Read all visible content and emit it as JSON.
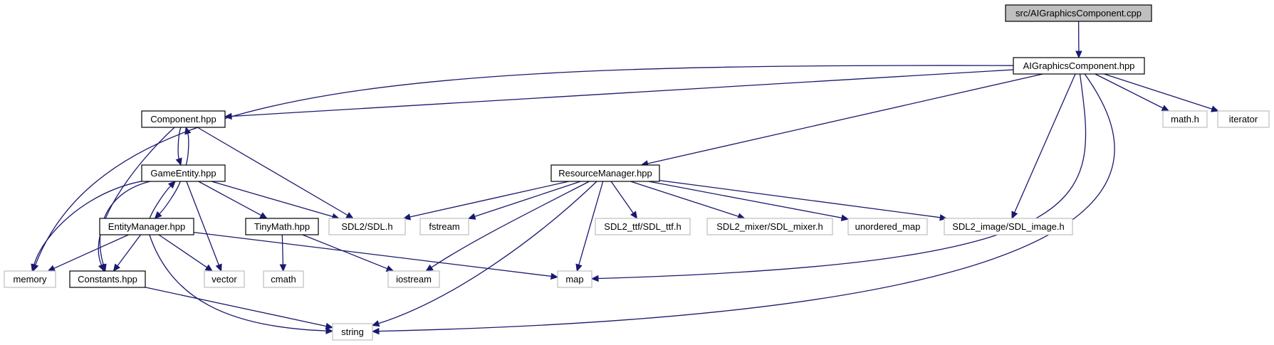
{
  "colors": {
    "edge": "#191970",
    "node_border_project": "#000000",
    "node_border_external": "#bfbfbf",
    "root_fill": "#bfbfbf",
    "node_fill": "#ffffff",
    "text": "#000000"
  },
  "nodes": [
    {
      "id": "aigc_cpp",
      "label": "src/AIGraphicsComponent.cpp",
      "kind": "root"
    },
    {
      "id": "aigc_hpp",
      "label": "AIGraphicsComponent.hpp",
      "kind": "project"
    },
    {
      "id": "component",
      "label": "Component.hpp",
      "kind": "project"
    },
    {
      "id": "gameentity",
      "label": "GameEntity.hpp",
      "kind": "project"
    },
    {
      "id": "entitymgr",
      "label": "EntityManager.hpp",
      "kind": "project"
    },
    {
      "id": "tinymath",
      "label": "TinyMath.hpp",
      "kind": "project"
    },
    {
      "id": "constants",
      "label": "Constants.hpp",
      "kind": "project"
    },
    {
      "id": "resmgr",
      "label": "ResourceManager.hpp",
      "kind": "project"
    },
    {
      "id": "memory",
      "label": "memory",
      "kind": "external"
    },
    {
      "id": "vector",
      "label": "vector",
      "kind": "external"
    },
    {
      "id": "cmath",
      "label": "cmath",
      "kind": "external"
    },
    {
      "id": "iostream",
      "label": "iostream",
      "kind": "external"
    },
    {
      "id": "map",
      "label": "map",
      "kind": "external"
    },
    {
      "id": "string",
      "label": "string",
      "kind": "external"
    },
    {
      "id": "sdl",
      "label": "SDL2/SDL.h",
      "kind": "external"
    },
    {
      "id": "fstream",
      "label": "fstream",
      "kind": "external"
    },
    {
      "id": "sdlttf",
      "label": "SDL2_ttf/SDL_ttf.h",
      "kind": "external"
    },
    {
      "id": "sdlmixer",
      "label": "SDL2_mixer/SDL_mixer.h",
      "kind": "external"
    },
    {
      "id": "unordered",
      "label": "unordered_map",
      "kind": "external"
    },
    {
      "id": "sdlimage",
      "label": "SDL2_image/SDL_image.h",
      "kind": "external"
    },
    {
      "id": "mathh",
      "label": "math.h",
      "kind": "external"
    },
    {
      "id": "iterator",
      "label": "iterator",
      "kind": "external"
    }
  ],
  "edges": [
    [
      "aigc_cpp",
      "aigc_hpp"
    ],
    [
      "aigc_hpp",
      "memory"
    ],
    [
      "aigc_hpp",
      "component"
    ],
    [
      "aigc_hpp",
      "resmgr"
    ],
    [
      "aigc_hpp",
      "sdlimage"
    ],
    [
      "aigc_hpp",
      "map"
    ],
    [
      "aigc_hpp",
      "string"
    ],
    [
      "aigc_hpp",
      "mathh"
    ],
    [
      "aigc_hpp",
      "iterator"
    ],
    [
      "component",
      "gameentity"
    ],
    [
      "component",
      "constants"
    ],
    [
      "component",
      "sdl"
    ],
    [
      "gameentity",
      "component"
    ],
    [
      "gameentity",
      "entitymgr"
    ],
    [
      "gameentity",
      "memory"
    ],
    [
      "gameentity",
      "constants"
    ],
    [
      "gameentity",
      "vector"
    ],
    [
      "gameentity",
      "tinymath"
    ],
    [
      "gameentity",
      "sdl"
    ],
    [
      "entitymgr",
      "gameentity"
    ],
    [
      "entitymgr",
      "memory"
    ],
    [
      "entitymgr",
      "constants"
    ],
    [
      "entitymgr",
      "vector"
    ],
    [
      "entitymgr",
      "string"
    ],
    [
      "entitymgr",
      "map"
    ],
    [
      "tinymath",
      "cmath"
    ],
    [
      "tinymath",
      "iostream"
    ],
    [
      "constants",
      "string"
    ],
    [
      "resmgr",
      "sdl"
    ],
    [
      "resmgr",
      "fstream"
    ],
    [
      "resmgr",
      "iostream"
    ],
    [
      "resmgr",
      "string"
    ],
    [
      "resmgr",
      "map"
    ],
    [
      "resmgr",
      "sdlttf"
    ],
    [
      "resmgr",
      "sdlmixer"
    ],
    [
      "resmgr",
      "unordered"
    ],
    [
      "resmgr",
      "sdlimage"
    ]
  ]
}
